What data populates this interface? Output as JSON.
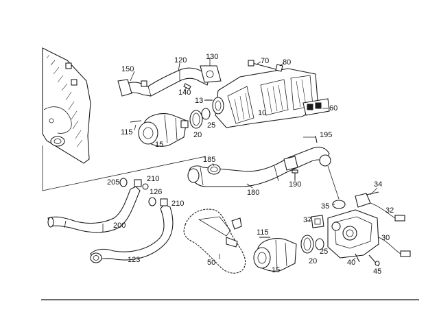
{
  "labels": {
    "l150": "150",
    "l120": "120",
    "l130": "130",
    "l70": "70",
    "l80": "80",
    "l140": "140",
    "l13": "13",
    "l60": "60",
    "l115a": "115",
    "l15a": "15",
    "l20a": "20",
    "l25a": "25",
    "l10": "10",
    "l195": "195",
    "l185": "185",
    "l180": "180",
    "l190": "190",
    "l205": "205",
    "l210a": "210",
    "l126": "126",
    "l210b": "210",
    "l34": "34",
    "l35": "35",
    "l32": "32",
    "l37": "37",
    "l200": "200",
    "l115b": "115",
    "l30": "30",
    "l50": "50",
    "l20b": "20",
    "l25b": "25",
    "l40": "40",
    "l123": "123",
    "l15b": "15",
    "l45": "45"
  }
}
